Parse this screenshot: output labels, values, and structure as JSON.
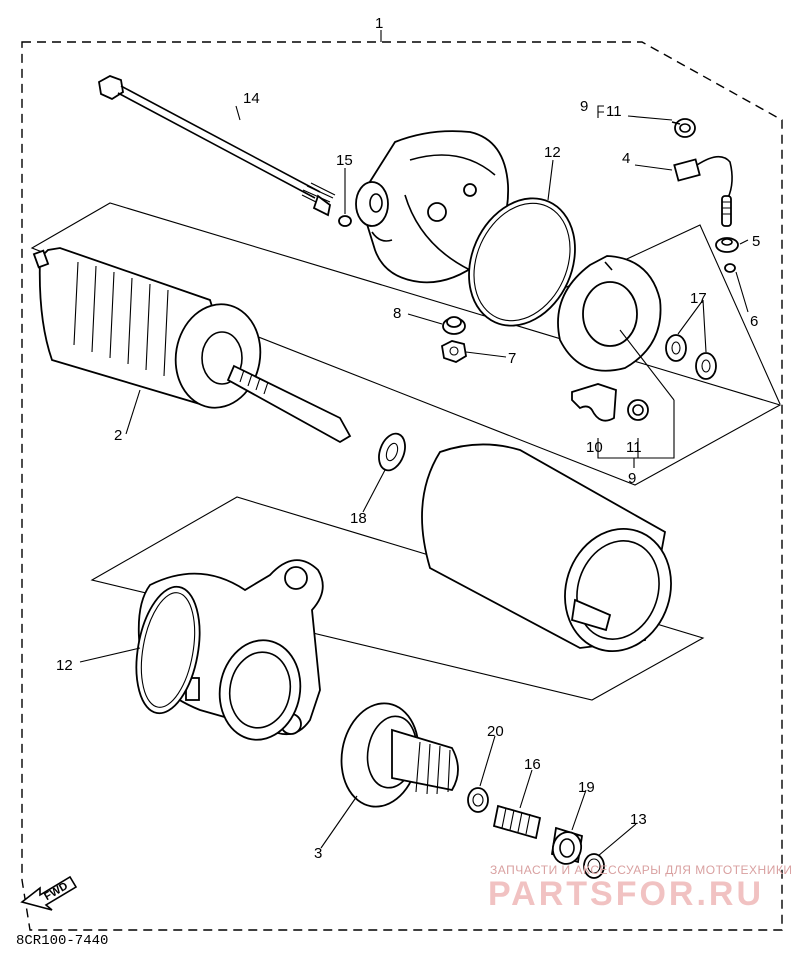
{
  "diagram_code": "8CR100-7440",
  "fwd_label": "FWD",
  "watermark": {
    "tagline": "ЗАПЧАСТИ И АКСЕССУАРЫ ДЛЯ МОТОТЕХНИКИ",
    "brand": "PARTSFOR.RU"
  },
  "callouts": {
    "c1": "1",
    "c2": "2",
    "c3": "3",
    "c4": "4",
    "c5": "5",
    "c6": "6",
    "c7": "7",
    "c8": "8",
    "c9_top": "9",
    "c9_bottom": "9",
    "c10": "10",
    "c11_top": "11",
    "c11_bottom": "11",
    "c12_top": "12",
    "c12_left": "12",
    "c13": "13",
    "c14": "14",
    "c15": "15",
    "c16": "16",
    "c17": "17",
    "c18": "18",
    "c19": "19",
    "c20": "20"
  }
}
